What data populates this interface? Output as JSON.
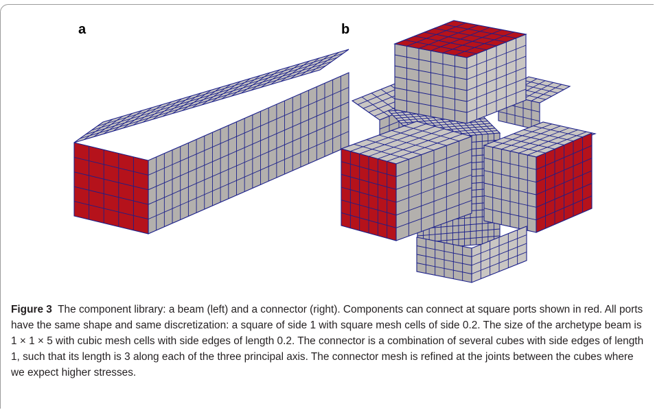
{
  "panels": {
    "a_label": "a",
    "b_label": "b"
  },
  "caption": {
    "figure_label": "Figure 3",
    "text": "The component library: a beam (left) and a connector (right). Components can connect at square ports shown in red. All ports have the same shape and same discretization: a square of side 1 with square mesh cells of side 0.2. The size of the archetype beam is 1 × 1 × 5 with cubic mesh cells with side edges of length 0.2. The connector is a combination of several cubes with side edges of length 1, such that its length is 3 along each of the three principal axis. The connector mesh is refined at the joints between the cubes where we expect higher stresses."
  },
  "colors": {
    "port_red": "#b5121b",
    "mesh_gray": "#c9c6c3",
    "mesh_gray_dark": "#b3b0ad",
    "mesh_line": "#1a1f8a",
    "frame": "#9a9a9a"
  }
}
